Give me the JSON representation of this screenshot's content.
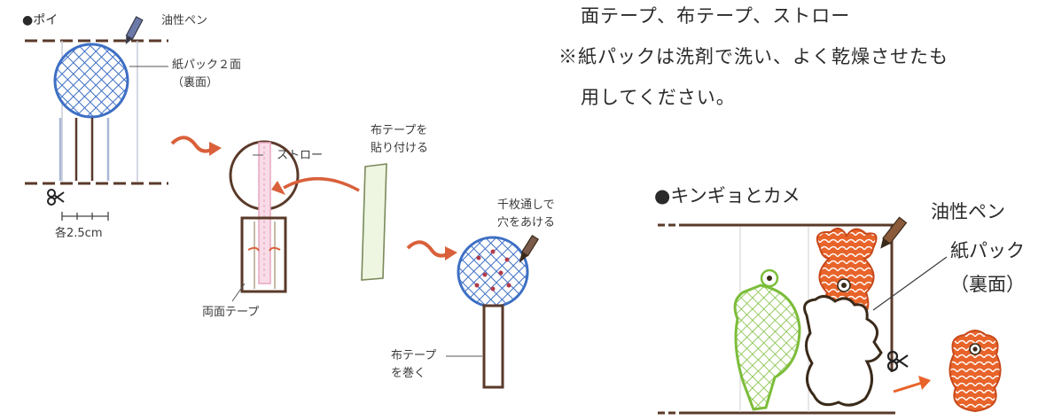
{
  "poi": {
    "title": "●ポイ",
    "pen_label": "油性ペン",
    "paper_label_1": "紙パック２面",
    "paper_label_2": "（裏面）",
    "measure_label": "各2.5cm",
    "straw_label": "ストロー",
    "cloth_tape_label_1": "布テープを",
    "cloth_tape_label_2": "貼り付ける",
    "double_tape_label": "両面テープ",
    "hole_label_1": "千枚通しで",
    "hole_label_2": "穴をあける",
    "wrap_label_1": "布テープ",
    "wrap_label_2": "を巻く"
  },
  "header_text": {
    "line1": "面テープ、布テープ、ストロー",
    "line2": "※紙パックは洗剤で洗い、よく乾燥させたも",
    "line3": "用してください。"
  },
  "kingyo": {
    "title": "●キンギョとカメ",
    "pen_label": "油性ペン",
    "paper_label_1": "紙パック",
    "paper_label_2": "（裏面）"
  },
  "colors": {
    "brown": "#5a3a2a",
    "blue": "#3d6fc4",
    "orange": "#e8642a",
    "green": "#7cbd3a",
    "arrow": "#d9603a",
    "pink": "#e8a7c0",
    "lightgreen": "#e9f2d8"
  }
}
